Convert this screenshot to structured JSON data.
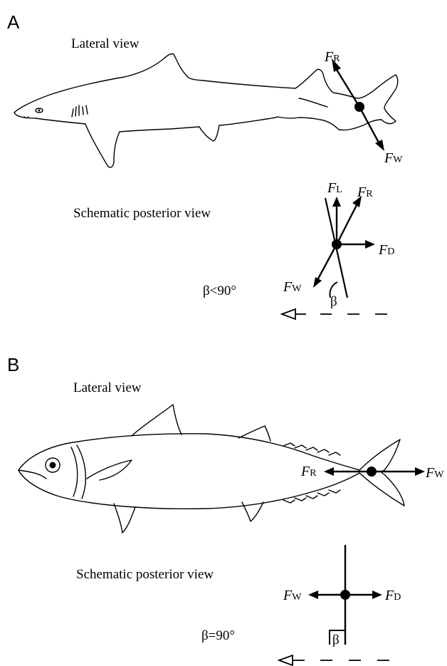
{
  "panels": [
    {
      "letter": "A",
      "lateral_caption": "Lateral view",
      "schematic_caption": "Schematic posterior view",
      "angle_label": "β<90°",
      "beta_symbol": "β",
      "lateral_forces": {
        "FR": "F",
        "FR_sub": "R",
        "FW": "F",
        "FW_sub": "W"
      },
      "schematic_forces": {
        "FL": "F",
        "FL_sub": "L",
        "FR": "F",
        "FR_sub": "R",
        "FD": "F",
        "FD_sub": "D",
        "FW": "F",
        "FW_sub": "W"
      }
    },
    {
      "letter": "B",
      "lateral_caption": "Lateral view",
      "schematic_caption": "Schematic posterior view",
      "angle_label": "β=90°",
      "beta_symbol": "β",
      "lateral_forces": {
        "FR": "F",
        "FR_sub": "R",
        "FW": "F",
        "FW_sub": "W"
      },
      "schematic_forces": {
        "FW": "F",
        "FW_sub": "W",
        "FD": "F",
        "FD_sub": "D"
      }
    }
  ],
  "icons": [
    "shark-outline",
    "mackerel-outline",
    "force-vector-arrow",
    "swimming-direction-arrow"
  ],
  "colors": {
    "ink": "#000000",
    "background": "#ffffff"
  }
}
